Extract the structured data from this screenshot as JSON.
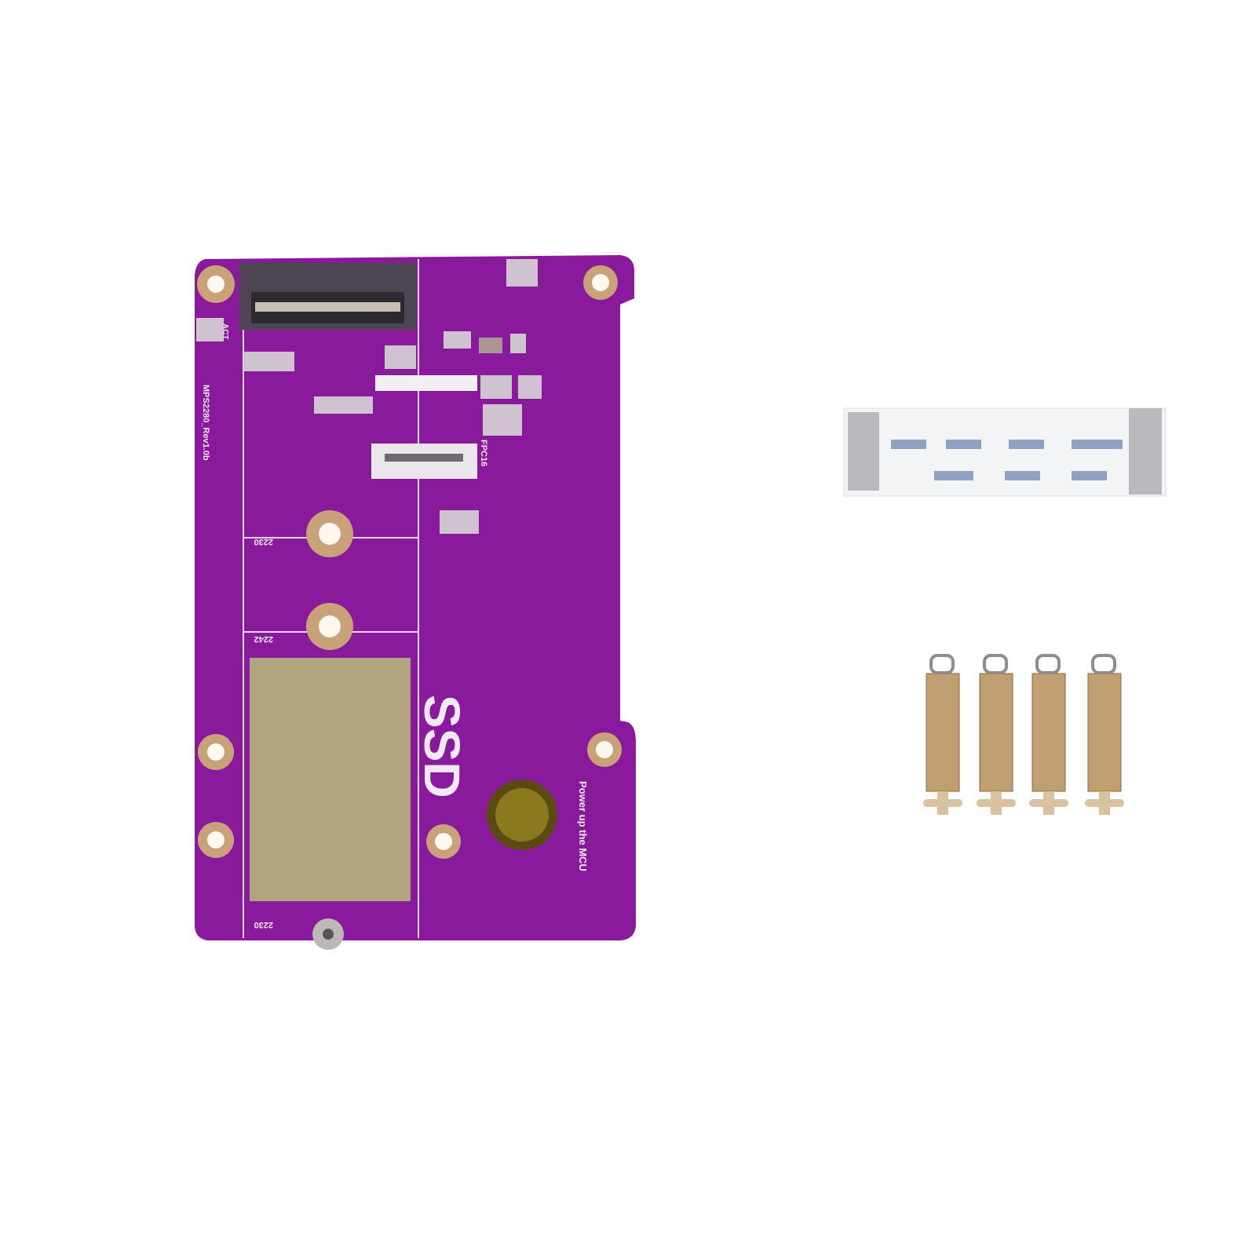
{
  "board": {
    "silkscreen_big": "SSD",
    "silkscreen_note": "Power up the MCU",
    "size_2230": "2230",
    "size_2242": "2242",
    "size_2230_bottom": "2230",
    "connector_label": "FPC16",
    "led_label": "ACT",
    "revision": "MPS2280_Rev1.0b",
    "colors": {
      "pcb": "#8a1a9c",
      "pad": "#c9a27a",
      "gold": "#b5a06a"
    }
  },
  "accessories": {
    "cable": "ffc-ribbon-cable",
    "standoffs_count": 4
  }
}
